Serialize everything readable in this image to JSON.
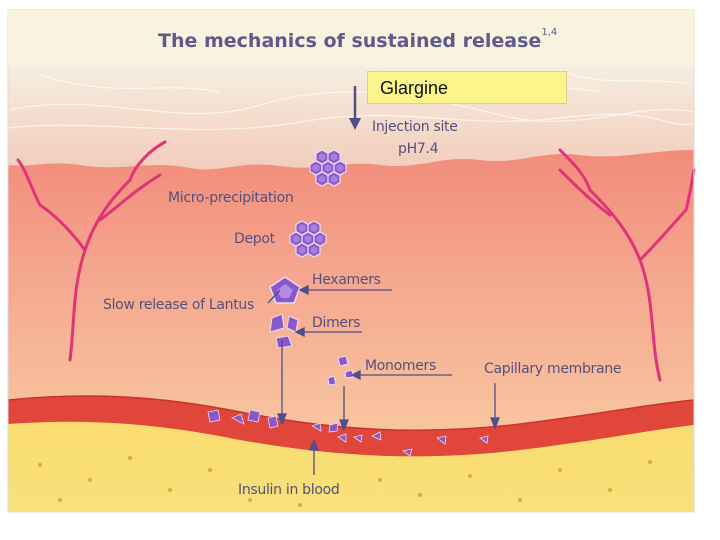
{
  "title": {
    "text": "The mechanics of sustained release",
    "superscript": "1,4"
  },
  "callout": {
    "text": "Glargine"
  },
  "labels": {
    "injection_site": "Injection site",
    "ph": "pH7.4",
    "micro_precipitation": "Micro-precipitation",
    "depot": "Depot",
    "hexamers": "Hexamers",
    "slow_release": "Slow release of Lantus",
    "dimers": "Dimers",
    "monomers": "Monomers",
    "capillary_membrane": "Capillary membrane",
    "insulin_in_blood": "Insulin in blood"
  },
  "colors": {
    "title_band": "#f7f3df",
    "title_text": "#5e5a8c",
    "callout_bg": "#fbf58c",
    "skin_upper": "#f6dfcf",
    "tissue": "#f19a86",
    "capillary": "#e44a3e",
    "fat_layer": "#f8d64e",
    "vessel": "#e0337a",
    "molecule": "#8a58c8",
    "label_text": "#55507e"
  }
}
